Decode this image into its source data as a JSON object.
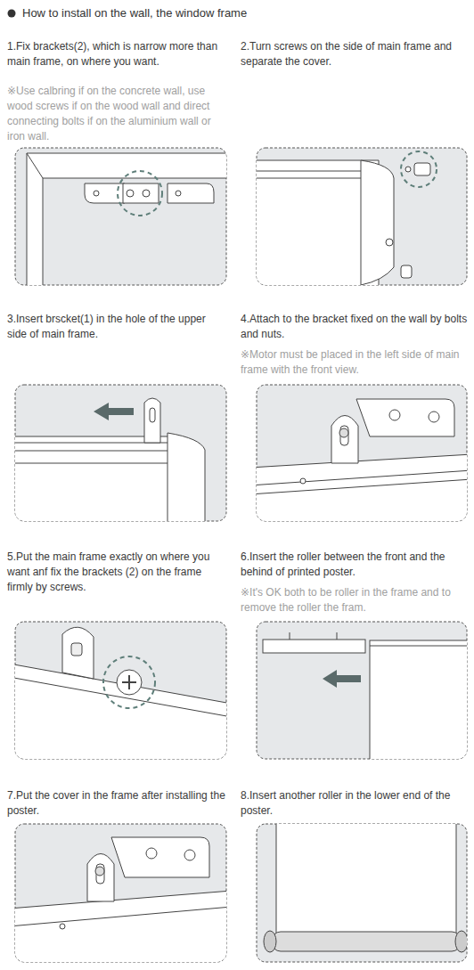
{
  "diagram": {
    "title": "How to install on the wall, the window frame",
    "labels": [
      "1.Fix brackets(2), which is narrow more than main frame, on where you want.",
      "※Use calbring if on the concrete wall, use wood screws if on the wood wall and direct connecting bolts if on the aluminium wall or iron wall.",
      "2.Turn screws on the side of main frame and separate the cover.",
      "3.Insert brscket(1) in the hole of the upper side of main frame.",
      "4.Attach to the bracket fixed on the wall by bolts and nuts.",
      "※Motor must be placed in the left side of main frame with the front view.",
      "5.Put the main frame exactly on where you want anf fix the brackets (2) on the frame firmly by screws.",
      "6.Insert the roller between the front and the behind of printed poster.",
      "※It's OK both to be roller in the frame and to remove the roller the fram.",
      "7.Put the cover in the frame after installing the poster.",
      "8.Insert another roller in the lower end of the poster."
    ]
  }
}
